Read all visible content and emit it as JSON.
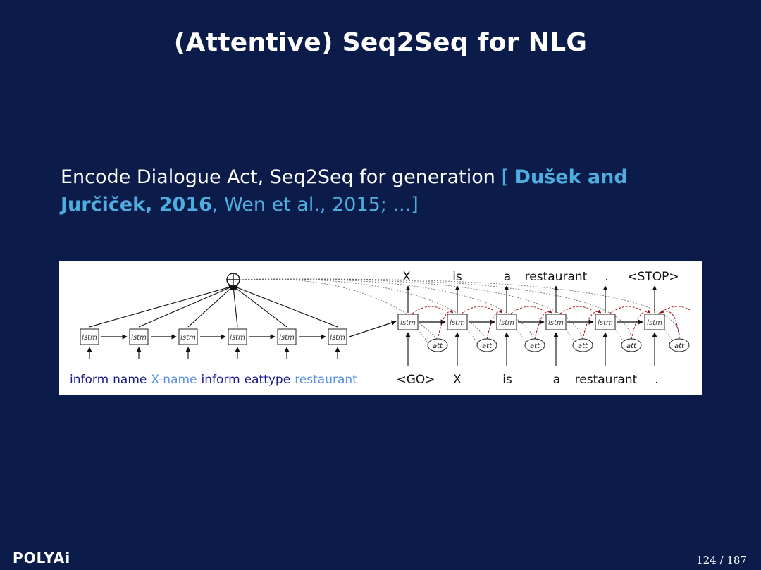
{
  "slide": {
    "title": "(Attentive) Seq2Seq for NLG",
    "body_text": "Encode Dialogue Act, Seq2Seq for generation ",
    "cite_open": "[ ",
    "cite_bold": "Dušek and Jurčiček, 2016",
    "cite_rest": ", Wen et al., 2015; ...]",
    "logo": "POLYAi",
    "page_number": "124 / 187"
  },
  "diagram": {
    "lstm_label": "lstm",
    "att_label": "att",
    "encoder_inputs": [
      {
        "text": "inform",
        "color": "#1a1a8c"
      },
      {
        "text": "name",
        "color": "#1a1a8c"
      },
      {
        "text": "X-name",
        "color": "#5b8fe0"
      },
      {
        "text": "inform",
        "color": "#1a1a8c"
      },
      {
        "text": "eattype",
        "color": "#1a1a8c"
      },
      {
        "text": "restaurant",
        "color": "#5b8fe0"
      }
    ],
    "decoder_inputs": [
      "<GO>",
      "X",
      "is",
      "a",
      "restaurant",
      "."
    ],
    "decoder_outputs": [
      "X",
      "is",
      "a",
      "restaurant",
      ".",
      "<STOP>"
    ]
  }
}
